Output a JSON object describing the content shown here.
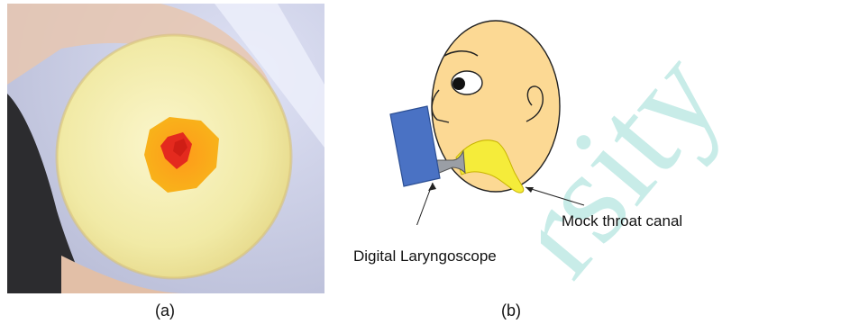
{
  "panels": {
    "a": {
      "caption": "(a)"
    },
    "b": {
      "caption": "(b)",
      "labels": {
        "scope": "Digital Laryngoscope",
        "throat": "Mock throat canal"
      }
    }
  },
  "watermark": {
    "text": "rsity"
  },
  "colors": {
    "face": "#fcd994",
    "scope_body": "#4a72c4",
    "throat": "#f5ec3a",
    "watermark": "#c8ece8"
  }
}
